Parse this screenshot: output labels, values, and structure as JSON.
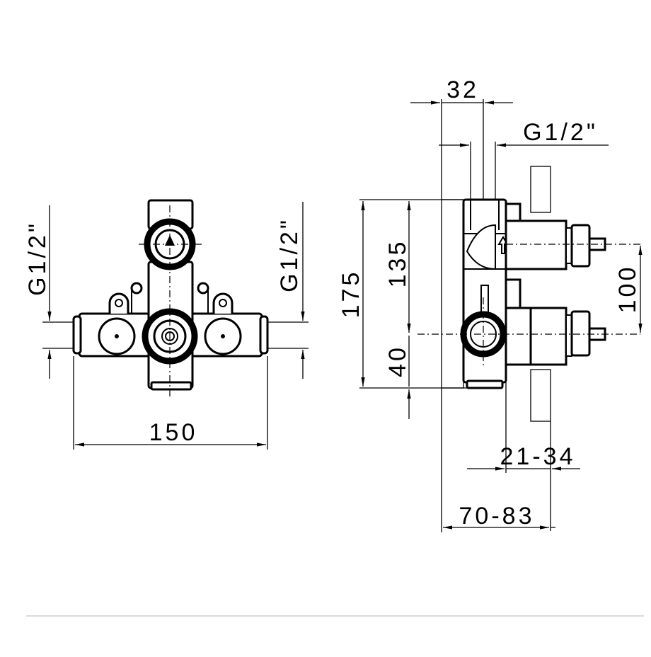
{
  "front_view": {
    "width_label": "150",
    "left_thread_label": "G1/2\"",
    "right_thread_label": "G1/2\""
  },
  "side_view": {
    "top_offset_label": "32",
    "top_thread_label": "G1/2\"",
    "height_total_label": "175",
    "height_upper_label": "135",
    "height_lower_label": "40",
    "spindle_spacing_label": "100",
    "projection_label": "21-34",
    "depth_label": "70-83"
  }
}
